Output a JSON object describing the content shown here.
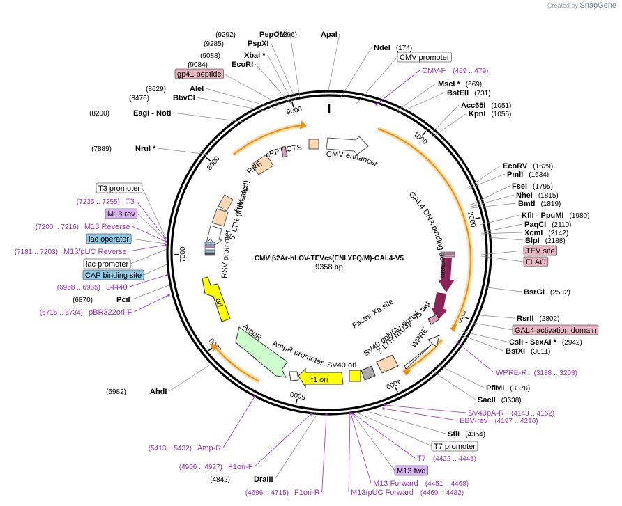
{
  "credit": {
    "prefix": "Created by",
    "brand": "SnapGene"
  },
  "plasmid": {
    "name": "CMV:β2Ar-hLOV-TEVcs(ENLYFQ/M)-GAL4-V5",
    "length_label": "9358 bp",
    "length": 9358
  },
  "ticks": [
    "1000",
    "2000",
    "3000",
    "4000",
    "5000",
    "6000",
    "7000",
    "8000",
    "9000"
  ],
  "sites": [
    {
      "name": "PspOMI",
      "pos": "(9292)"
    },
    {
      "name": "PspXI",
      "pos": "(9285)"
    },
    {
      "name": "ApaI",
      "pos": "(9296)"
    },
    {
      "name": "NdeI",
      "pos": "(174)"
    },
    {
      "name": "XbaI *",
      "pos": "(9088)"
    },
    {
      "name": "EcoRI",
      "pos": "(9084)"
    },
    {
      "name": "MscI *",
      "pos": "(669)"
    },
    {
      "name": "BstEII",
      "pos": "(731)"
    },
    {
      "name": "AleI",
      "pos": "(8629)"
    },
    {
      "name": "BbvCI",
      "pos": "(8476)"
    },
    {
      "name": "Acc65I",
      "pos": "(1051)"
    },
    {
      "name": "KpnI",
      "pos": "(1055)"
    },
    {
      "name": "EagI - NotI",
      "pos": "(8200)"
    },
    {
      "name": "NruI *",
      "pos": "(7889)"
    },
    {
      "name": "EcoRV",
      "pos": "(1629)"
    },
    {
      "name": "PmlI",
      "pos": "(1634)"
    },
    {
      "name": "FseI",
      "pos": "(1795)"
    },
    {
      "name": "NheI",
      "pos": "(1815)"
    },
    {
      "name": "BmtI",
      "pos": "(1819)"
    },
    {
      "name": "KflI - PpuMI",
      "pos": "(1980)"
    },
    {
      "name": "PaqCI",
      "pos": "(2110)"
    },
    {
      "name": "XcmI",
      "pos": "(2142)"
    },
    {
      "name": "BlpI",
      "pos": "(2188)"
    },
    {
      "name": "BsrGI",
      "pos": "(2582)"
    },
    {
      "name": "RsrII",
      "pos": "(2802)"
    },
    {
      "name": "CsiI - SexAI *",
      "pos": "(2942)"
    },
    {
      "name": "BstXI",
      "pos": "(3011)"
    },
    {
      "name": "PflMI",
      "pos": "(3376)"
    },
    {
      "name": "SacII",
      "pos": "(3638)"
    },
    {
      "name": "SfiI",
      "pos": "(4354)"
    },
    {
      "name": "PciI",
      "pos": "(6870)"
    },
    {
      "name": "AhdI",
      "pos": "(5982)"
    },
    {
      "name": "DraIII",
      "pos": "(4842)"
    }
  ],
  "primers": [
    {
      "name": "CMV-F",
      "pos": "(459 .. 479)"
    },
    {
      "name": "T3",
      "pos": "(7235 .. 7255)"
    },
    {
      "name": "M13 Reverse",
      "pos": "(7200 .. 7216)"
    },
    {
      "name": "M13/pUC Reverse",
      "pos": "(7181 .. 7203)"
    },
    {
      "name": "L4440",
      "pos": "(6968 .. 6985)"
    },
    {
      "name": "pBR322ori-F",
      "pos": "(6715 .. 6734)"
    },
    {
      "name": "WPRE-R",
      "pos": "(3188 .. 3208)"
    },
    {
      "name": "SV40pA-R",
      "pos": "(4143 .. 4162)"
    },
    {
      "name": "EBV-rev",
      "pos": "(4197 .. 4216)"
    },
    {
      "name": "T7",
      "pos": "(4422 .. 4441)"
    },
    {
      "name": "M13 Forward",
      "pos": "(4451 .. 4468)"
    },
    {
      "name": "M13/pUC Forward",
      "pos": "(4460 .. 4482)"
    },
    {
      "name": "Amp-R",
      "pos": "(5413 .. 5432)"
    },
    {
      "name": "F1ori-F",
      "pos": "(4906 .. 4927)"
    },
    {
      "name": "F1ori-R",
      "pos": "(4696 .. 4715)"
    }
  ],
  "boxed_labels": [
    {
      "text": "CMV promoter",
      "kind": "promoter"
    },
    {
      "text": "gp41 peptide",
      "kind": "tag"
    },
    {
      "text": "T3 promoter",
      "kind": "promoter"
    },
    {
      "text": "M13 rev",
      "kind": "primer"
    },
    {
      "text": "lac operator",
      "kind": "protein-bind"
    },
    {
      "text": "lac promoter",
      "kind": "promoter"
    },
    {
      "text": "CAP binding site",
      "kind": "protein-bind"
    },
    {
      "text": "TEV site",
      "kind": "tag"
    },
    {
      "text": "FLAG",
      "kind": "tag"
    },
    {
      "text": "GAL4 activation domain",
      "kind": "tag"
    },
    {
      "text": "T7 promoter",
      "kind": "promoter"
    },
    {
      "text": "M13 fwd",
      "kind": "primer"
    }
  ],
  "features": [
    {
      "text": "CMV enhancer"
    },
    {
      "text": "cPPT/CTS"
    },
    {
      "text": "RRE"
    },
    {
      "text": "HIV-1 Ψ"
    },
    {
      "text": "5' LTR (truncated)"
    },
    {
      "text": "RSV promoter"
    },
    {
      "text": "ori"
    },
    {
      "text": "AmpR"
    },
    {
      "text": "AmpR promoter"
    },
    {
      "text": "f1 ori"
    },
    {
      "text": "SV40 ori"
    },
    {
      "text": "SV40 poly(A) signal"
    },
    {
      "text": "3' LTR (ΔU3)"
    },
    {
      "text": "WPRE"
    },
    {
      "text": "V5 tag"
    },
    {
      "text": "Factor Xa site"
    },
    {
      "text": "GAL4 DNA binding domain"
    }
  ],
  "colors": {
    "promoter_fill": "#ffffff",
    "tag_fill": "#e8b4c0",
    "primer_fill": "#d9b3f5",
    "protein_bind_fill": "#8fc9e6",
    "orf_orange": "#e88e1a",
    "gal4_feature": "#8b2456",
    "ori_yellow": "#ffff00",
    "ampr_green": "#ccffcc",
    "ltr_peach": "#ffd9b3",
    "primer_text": "#9b2fc7"
  }
}
